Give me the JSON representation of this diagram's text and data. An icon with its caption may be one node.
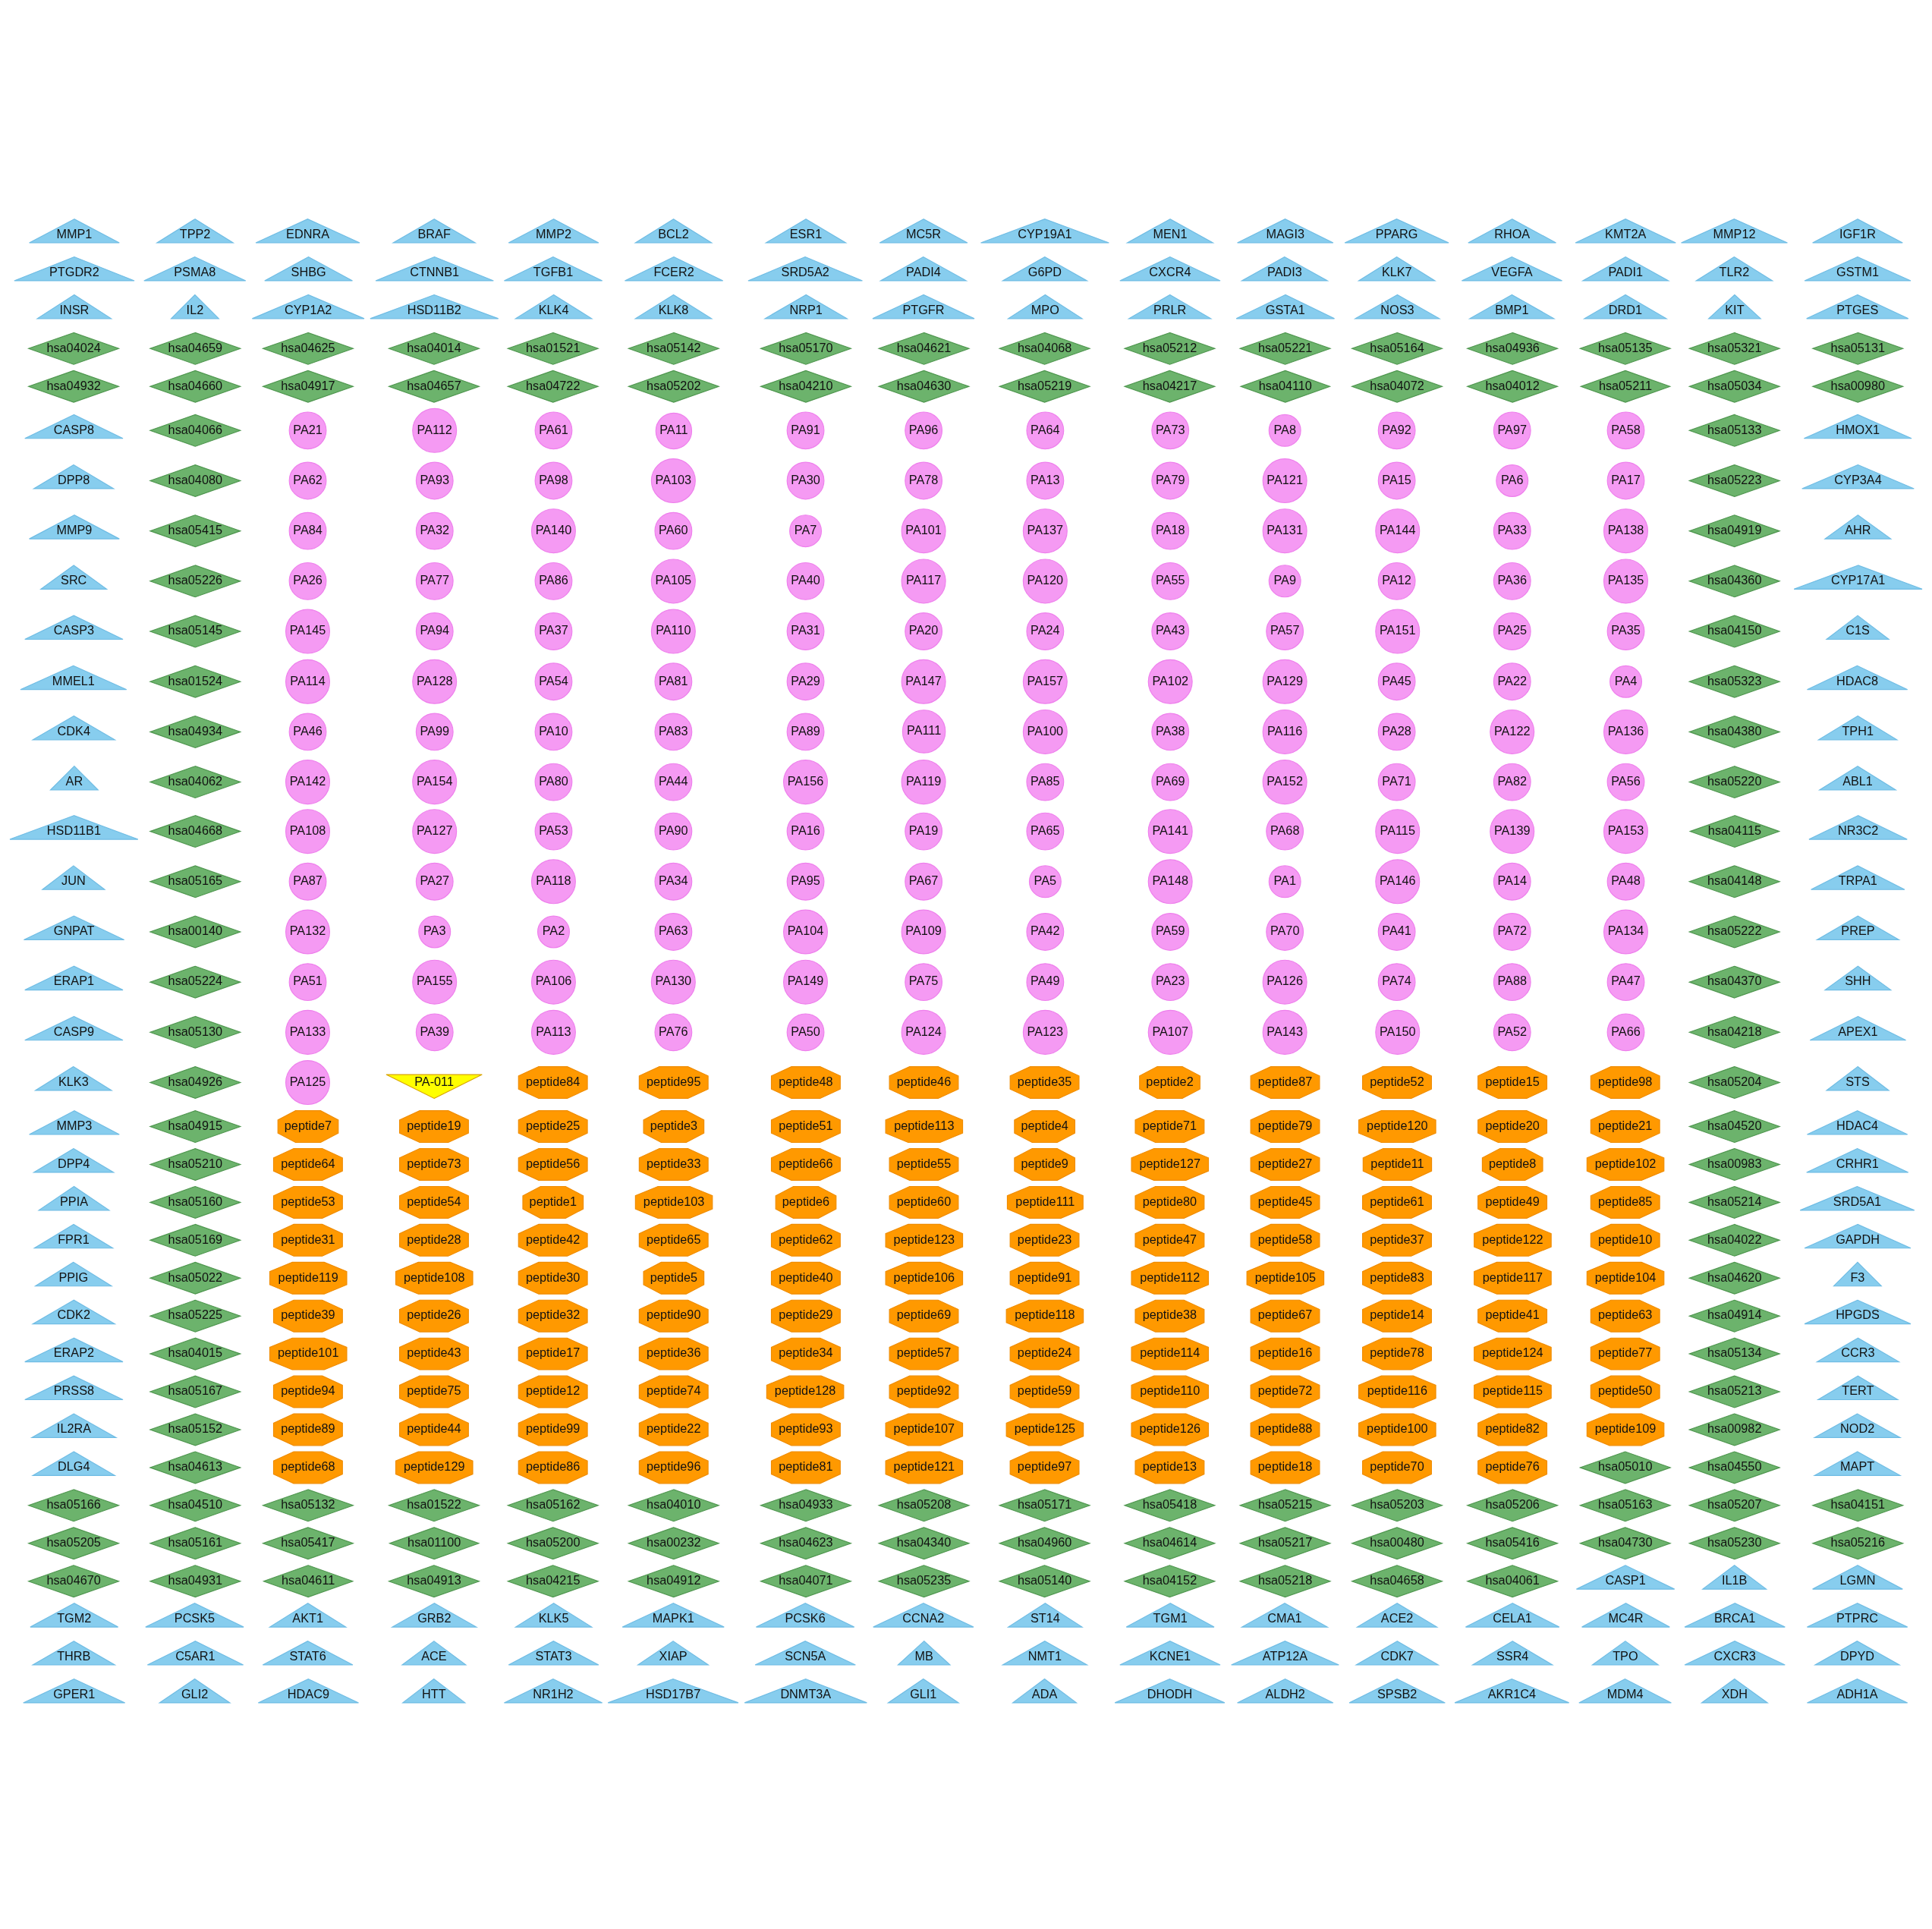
{
  "diagram": {
    "nodes": [
      {
        "text": [
          "G6PD"
        ]
      },
      {
        "text": [
          "CXCR4"
        ]
      },
      {
        "text": [
          "PADI3"
        ]
      },
      {
        "text": [
          "KLK7"
        ]
      },
      {
        "text": [
          "VEGFA"
        ]
      },
      {
        "text": [
          "PADI1"
        ]
      },
      {
        "text": [
          "TLR2"
        ]
      },
      {
        "text": [
          "GSTM1"
        ]
      },
      {
        "text": [
          "INSR"
        ]
      },
      {
        "text": [
          "IL2"
        ]
      },
      {
        "text": [
          "CYP1A2"
        ]
      },
      {
        "text": [
          "HSD11B2"
        ]
      },
      {
        "text": [
          "KLK4"
        ]
      },
      {
        "text": [
          "KLK8"
        ]
      },
      {
        "text": [
          "NRP1"
        ]
      },
      {
        "text": [
          "PTGFR"
        ]
      },
      {
        "text": [
          "MPO"
        ]
      },
      {
        "text": [
          "PRLR"
        ]
      },
      {
        "text": [
          "GSTA1"
        ]
      },
      {
        "text": [
          "NOS3"
        ]
      },
      {
        "text": [
          "BMP1"
        ]
      },
      {
        "text": [
          "DRD1"
        ]
      },
      {
        "text": [
          "KIT"
        ]
      },
      {
        "text": [
          "PTGES"
        ]
      },
      {
        "text": [
          "HMOX1"
        ]
      },
      {
        "text": [
          "CYP3A4"
        ]
      },
      {
        "text": [
          "AHR"
        ]
      },
      {
        "text": [
          "CYP17A1"
        ]
      },
      {
        "text": [
          "C1S"
        ]
      },
      {
        "text": [
          "HDAC8"
        ]
      },
      {
        "text": [
          "TPH1"
        ]
      },
      {
        "text": [
          "ABL1"
        ]
      },
      {
        "text": [
          "NR3C2"
        ]
      },
      {
        "text": [
          "TRPA1"
        ]
      },
      {
        "text": [
          "PREP"
        ]
      },
      {
        "text": [
          "SHH"
        ]
      },
      {
        "text": [
          "APEX1"
        ]
      },
      {
        "text": [
          "STS"
        ]
      },
      {
        "text": [
          "HDAC4"
        ]
      },
      {
        "text": [
          "CRHR1"
        ]
      },
      {
        "text": [
          "SRD5A1"
        ]
      },
      {
        "text": [
          "GAPDH"
        ]
      },
      {
        "text": [
          "F3"
        ]
      },
      {
        "text": [
          "HPGDS"
        ]
      },
      {
        "text": [
          "CCR3"
        ]
      },
      {
        "text": [
          "TERT"
        ]
      },
      {
        "text": [
          "NOD2"
        ]
      },
      {
        "text": [
          "MAPT"
        ]
      },
      {
        "text": [
          "ADH1A"
        ]
      },
      {
        "text": [
          "XDH"
        ]
      },
      {
        "text": [
          "MDM4"
        ]
      },
      {
        "text": [
          "AKR1C4"
        ]
      },
      {
        "text": [
          "SPSB2"
        ]
      },
      {
        "text": [
          "ALDH2"
        ]
      },
      {
        "text": [
          "DHODH"
        ]
      },
      {
        "text": [
          "ADA"
        ]
      },
      {
        "text": [
          "GLI1"
        ]
      },
      {
        "text": [
          "DNMT3A"
        ]
      },
      {
        "text": [
          "HSD17B7"
        ]
      },
      {
        "text": [
          "NR1H2"
        ]
      },
      {
        "text": [
          "HTT"
        ]
      },
      {
        "text": [
          "HDAC9"
        ]
      },
      {
        "text": [
          "GLI2"
        ]
      },
      {
        "text": [
          "GPER1"
        ]
      },
      {
        "text": [
          "DPYD"
        ]
      },
      {
        "text": [
          "CXCR3"
        ]
      },
      {
        "text": [
          "TPO"
        ]
      },
      {
        "text": [
          "SSR4"
        ]
      },
      {
        "text": [
          "CDK7"
        ]
      },
      {
        "text": [
          "ATP12A"
        ]
      },
      {
        "text": [
          "KCNE1"
        ]
      },
      {
        "text": [
          "NMT1"
        ]
      },
      {
        "text": [
          "MB"
        ]
      },
      {
        "text": [
          "SCN5A"
        ]
      },
      {
        "text": [
          "XIAP"
        ]
      },
      {
        "text": [
          "STAT3"
        ]
      },
      {
        "text": [
          "ACE"
        ]
      },
      {
        "text": [
          "STAT6"
        ]
      },
      {
        "text": [
          "C5AR1"
        ]
      },
      {
        "text": [
          "THRB"
        ]
      },
      {
        "text": [
          "PTPRC"
        ]
      },
      {
        "text": [
          "BRCA1"
        ]
      },
      {
        "text": [
          "MC4R"
        ]
      },
      {
        "text": [
          "CELA1"
        ]
      },
      {
        "text": [
          "ACE2"
        ]
      },
      {
        "text": [
          "CMA1"
        ]
      },
      {
        "text": [
          "TGM1"
        ]
      },
      {
        "text": [
          "ST14"
        ]
      },
      {
        "text": [
          "CCNA2"
        ]
      },
      {
        "text": [
          "PCSK6"
        ]
      },
      {
        "text": [
          "MAPK1"
        ]
      },
      {
        "text": [
          "KLK5"
        ]
      },
      {
        "text": [
          "GRB2"
        ]
      },
      {
        "text": [
          "AKT1"
        ]
      },
      {
        "text": [
          "PCSK5"
        ]
      },
      {
        "text": [
          "TGM2"
        ]
      },
      {
        "text": [
          "LGMN"
        ]
      },
      {
        "text": [
          "IL1B"
        ]
      },
      {
        "text": [
          "CASP1"
        ]
      },
      {
        "text": [
          "DLG4"
        ]
      },
      {
        "text": [
          "IL2RA"
        ]
      },
      {
        "text": [
          "PRSS8"
        ]
      },
      {
        "text": [
          "ERAP2"
        ]
      },
      {
        "text": [
          "CDK2"
        ]
      },
      {
        "text": [
          "PPIG"
        ]
      },
      {
        "text": [
          "FPR1"
        ]
      },
      {
        "text": [
          "PPIA"
        ]
      },
      {
        "text": [
          "DPP4"
        ]
      },
      {
        "text": [
          "MMP3"
        ]
      },
      {
        "text": [
          "KLK3"
        ]
      },
      {
        "text": [
          "CASP9"
        ]
      },
      {
        "text": [
          "ERAP1"
        ]
      },
      {
        "text": [
          "GNPAT"
        ]
      },
      {
        "text": [
          "JUN"
        ]
      },
      {
        "text": [
          "HSD11B1"
        ]
      },
      {
        "text": [
          "AR"
        ]
      },
      {
        "text": [
          "CDK4"
        ]
      },
      {
        "text": [
          "MMEL1"
        ]
      },
      {
        "text": [
          "CASP3"
        ]
      },
      {
        "text": [
          "SRC"
        ]
      },
      {
        "text": [
          "MMP9"
        ]
      },
      {
        "text": [
          "DPP8"
        ]
      },
      {
        "text": [
          "CASP8"
        ]
      },
      {
        "text": [
          "MMP1"
        ]
      },
      {
        "text": [
          "TPP2"
        ]
      },
      {
        "text": [
          "EDNRA"
        ]
      },
      {
        "text": [
          "BRAF"
        ]
      },
      {
        "text": [
          "MMP2"
        ]
      },
      {
        "text": [
          "BCL2"
        ]
      },
      {
        "text": [
          "ESR1"
        ]
      },
      {
        "text": [
          "MC5R"
        ]
      },
      {
        "text": [
          "CYP19A1"
        ]
      },
      {
        "text": [
          "MEN1"
        ]
      },
      {
        "text": [
          "MAGI3"
        ]
      },
      {
        "text": [
          "PPARG"
        ]
      },
      {
        "text": [
          "RHOA"
        ]
      },
      {
        "text": [
          "KMT2A"
        ]
      },
      {
        "text": [
          "MMP12"
        ]
      },
      {
        "text": [
          "IGF1R"
        ]
      },
      {
        "text": [
          "PTGDR2"
        ]
      },
      {
        "text": [
          "PSMA8"
        ]
      },
      {
        "text": [
          "SHBG"
        ]
      },
      {
        "text": [
          "CTNNB1"
        ]
      },
      {
        "text": [
          "TGFB1"
        ]
      },
      {
        "text": [
          "FCER2"
        ]
      },
      {
        "text": [
          "SRD5A2"
        ]
      },
      {
        "text": [
          "PADI4"
        ]
      },
      {
        "text": [
          "hsa04932"
        ]
      },
      {
        "text": [
          "hsa04660"
        ]
      },
      {
        "text": [
          "hsa04917"
        ]
      },
      {
        "text": [
          "hsa04657"
        ]
      },
      {
        "text": [
          "hsa04722"
        ]
      },
      {
        "text": [
          "hsa05202"
        ]
      },
      {
        "text": [
          "hsa04210"
        ]
      },
      {
        "text": [
          "hsa04630"
        ]
      },
      {
        "text": [
          "hsa05219"
        ]
      },
      {
        "text": [
          "hsa04217"
        ]
      },
      {
        "text": [
          "hsa04110"
        ]
      },
      {
        "text": [
          "hsa04072"
        ]
      },
      {
        "text": [
          "hsa04012"
        ]
      },
      {
        "text": [
          "hsa05211"
        ]
      },
      {
        "text": [
          "hsa05034"
        ]
      },
      {
        "text": [
          "hsa00980"
        ]
      },
      {
        "text": [
          "hsa05133"
        ]
      },
      {
        "text": [
          "hsa05223"
        ]
      },
      {
        "text": [
          "hsa04919"
        ]
      },
      {
        "text": [
          "hsa04360"
        ]
      },
      {
        "text": [
          "hsa04150"
        ]
      },
      {
        "text": [
          "hsa05323"
        ]
      },
      {
        "text": [
          "hsa04380"
        ]
      },
      {
        "text": [
          "hsa05220"
        ]
      },
      {
        "text": [
          "hsa04115"
        ]
      },
      {
        "text": [
          "hsa04148"
        ]
      },
      {
        "text": [
          "hsa05222"
        ]
      },
      {
        "text": [
          "hsa04370"
        ]
      },
      {
        "text": [
          "hsa04218"
        ]
      },
      {
        "text": [
          "hsa05204"
        ]
      },
      {
        "text": [
          "hsa04520"
        ]
      },
      {
        "text": [
          "hsa00983"
        ]
      },
      {
        "text": [
          "hsa05214"
        ]
      },
      {
        "text": [
          "hsa04022"
        ]
      },
      {
        "text": [
          "hsa04620"
        ]
      },
      {
        "text": [
          "hsa04914"
        ]
      },
      {
        "text": [
          "hsa05134"
        ]
      },
      {
        "text": [
          "hsa05213"
        ]
      },
      {
        "text": [
          "hsa00982"
        ]
      },
      {
        "text": [
          "hsa04550"
        ]
      },
      {
        "text": [
          "hsa04061"
        ]
      },
      {
        "text": [
          "hsa04658"
        ]
      },
      {
        "text": [
          "hsa05218"
        ]
      },
      {
        "text": [
          "hsa04152"
        ]
      },
      {
        "text": [
          "hsa05140"
        ]
      },
      {
        "text": [
          "hsa05235"
        ]
      },
      {
        "text": [
          "hsa04071"
        ]
      },
      {
        "text": [
          "hsa04912"
        ]
      },
      {
        "text": [
          "hsa04215"
        ]
      },
      {
        "text": [
          "hsa04913"
        ]
      },
      {
        "text": [
          "hsa04611"
        ]
      },
      {
        "text": [
          "hsa04931"
        ]
      },
      {
        "text": [
          "hsa04670"
        ]
      },
      {
        "text": [
          "hsa05216"
        ]
      },
      {
        "text": [
          "hsa05230"
        ]
      },
      {
        "text": [
          "hsa04730"
        ]
      },
      {
        "text": [
          "hsa05416"
        ]
      },
      {
        "text": [
          "hsa00480"
        ]
      },
      {
        "text": [
          "hsa05217"
        ]
      },
      {
        "text": [
          "hsa04614"
        ]
      },
      {
        "text": [
          "hsa04960"
        ]
      },
      {
        "text": [
          "hsa04340"
        ]
      },
      {
        "text": [
          "hsa04623"
        ]
      },
      {
        "text": [
          "hsa00232"
        ]
      },
      {
        "text": [
          "hsa05200"
        ]
      },
      {
        "text": [
          "hsa01100"
        ]
      },
      {
        "text": [
          "hsa05417"
        ]
      },
      {
        "text": [
          "hsa05161"
        ]
      },
      {
        "text": [
          "hsa05205"
        ]
      },
      {
        "text": [
          "hsa04151"
        ]
      },
      {
        "text": [
          "hsa05207"
        ]
      },
      {
        "text": [
          "hsa05163"
        ]
      },
      {
        "text": [
          "hsa05206"
        ]
      },
      {
        "text": [
          "hsa05203"
        ]
      },
      {
        "text": [
          "hsa05215"
        ]
      },
      {
        "text": [
          "hsa05418"
        ]
      },
      {
        "text": [
          "hsa05171"
        ]
      },
      {
        "text": [
          "hsa05208"
        ]
      },
      {
        "text": [
          "hsa04933"
        ]
      },
      {
        "text": [
          "hsa04010"
        ]
      },
      {
        "text": [
          "hsa05162"
        ]
      },
      {
        "text": [
          "hsa01522"
        ]
      },
      {
        "text": [
          "hsa05132"
        ]
      },
      {
        "text": [
          "hsa04510"
        ]
      },
      {
        "text": [
          "hsa05166"
        ]
      },
      {
        "text": [
          "hsa05010"
        ]
      },
      {
        "text": [
          "hsa04613"
        ]
      },
      {
        "text": [
          "hsa05152"
        ]
      },
      {
        "text": [
          "hsa05167"
        ]
      },
      {
        "text": [
          "hsa04015"
        ]
      },
      {
        "text": [
          "hsa05225"
        ]
      },
      {
        "text": [
          "hsa05022"
        ]
      },
      {
        "text": [
          "hsa05169"
        ]
      },
      {
        "text": [
          "hsa05160"
        ]
      },
      {
        "text": [
          "hsa05210"
        ]
      },
      {
        "text": [
          "hsa04915"
        ]
      },
      {
        "text": [
          "hsa04926"
        ]
      },
      {
        "text": [
          "hsa05130"
        ]
      },
      {
        "text": [
          "hsa05224"
        ]
      },
      {
        "text": [
          "hsa00140"
        ]
      },
      {
        "text": [
          "hsa05165"
        ]
      },
      {
        "text": [
          "hsa04668"
        ]
      },
      {
        "text": [
          "hsa04062"
        ]
      },
      {
        "text": [
          "hsa04934"
        ]
      },
      {
        "text": [
          "hsa01524"
        ]
      },
      {
        "text": [
          "hsa05145"
        ]
      },
      {
        "text": [
          "hsa05226"
        ]
      },
      {
        "text": [
          "hsa05415"
        ]
      },
      {
        "text": [
          "hsa04080"
        ]
      },
      {
        "text": [
          "hsa04066"
        ]
      },
      {
        "text": [
          "hsa04024"
        ]
      },
      {
        "text": [
          "hsa04659"
        ]
      },
      {
        "text": [
          "hsa04625"
        ]
      },
      {
        "text": [
          "hsa04014"
        ]
      },
      {
        "text": [
          "hsa01521"
        ]
      },
      {
        "text": [
          "hsa05142"
        ]
      },
      {
        "text": [
          "hsa05170"
        ]
      },
      {
        "text": [
          "hsa04621"
        ]
      },
      {
        "text": [
          "hsa04068"
        ]
      },
      {
        "text": [
          "hsa05212"
        ]
      },
      {
        "text": [
          "hsa05221"
        ]
      },
      {
        "text": [
          "hsa05164"
        ]
      },
      {
        "text": [
          "hsa04936"
        ]
      },
      {
        "text": [
          "hsa05135"
        ]
      },
      {
        "text": [
          "hsa05321"
        ]
      },
      {
        "text": [
          "hsa05131"
        ]
      },
      {
        "text": [
          "PA21"
        ]
      },
      {
        "text": [
          "PA112"
        ]
      },
      {
        "text": [
          "PA61"
        ]
      },
      {
        "text": [
          "PA11"
        ]
      },
      {
        "text": [
          "PA91"
        ]
      },
      {
        "text": [
          "PA96"
        ]
      },
      {
        "text": [
          "PA64"
        ]
      },
      {
        "text": [
          "PA73"
        ]
      },
      {
        "text": [
          "PA8"
        ]
      },
      {
        "text": [
          "PA92"
        ]
      },
      {
        "text": [
          "PA97"
        ]
      },
      {
        "text": [
          "PA58"
        ]
      },
      {
        "text": [
          "PA62"
        ]
      },
      {
        "text": [
          "PA93"
        ]
      },
      {
        "text": [
          "PA98"
        ]
      },
      {
        "text": [
          "PA103"
        ]
      },
      {
        "text": [
          "PA30"
        ]
      },
      {
        "text": [
          "PA78"
        ]
      },
      {
        "text": [
          "PA13"
        ]
      },
      {
        "text": [
          "PA79"
        ]
      },
      {
        "text": [
          "PA121"
        ]
      },
      {
        "text": [
          "PA15"
        ]
      },
      {
        "text": [
          "PA6"
        ]
      },
      {
        "text": [
          "PA17"
        ]
      },
      {
        "text": [
          "PA84"
        ]
      },
      {
        "text": [
          "PA32"
        ]
      },
      {
        "text": [
          "PA140"
        ]
      },
      {
        "text": [
          "PA60"
        ]
      },
      {
        "text": [
          "PA7"
        ]
      },
      {
        "text": [
          "PA101"
        ]
      },
      {
        "text": [
          "PA137"
        ]
      },
      {
        "text": [
          "PA18"
        ]
      },
      {
        "text": [
          "PA131"
        ]
      },
      {
        "text": [
          "PA144"
        ]
      },
      {
        "text": [
          "PA33"
        ]
      },
      {
        "text": [
          "PA138"
        ]
      },
      {
        "text": [
          "PA26"
        ]
      },
      {
        "text": [
          "PA77"
        ]
      },
      {
        "text": [
          "PA86"
        ]
      },
      {
        "text": [
          "PA105"
        ]
      },
      {
        "text": [
          "PA40"
        ]
      },
      {
        "text": [
          "PA117"
        ]
      },
      {
        "text": [
          "PA120"
        ]
      },
      {
        "text": [
          "PA55"
        ]
      },
      {
        "text": [
          "PA9"
        ]
      },
      {
        "text": [
          "PA12"
        ]
      },
      {
        "text": [
          "PA36"
        ]
      },
      {
        "text": [
          "PA135"
        ]
      },
      {
        "text": [
          "PA145"
        ]
      },
      {
        "text": [
          "PA94"
        ]
      },
      {
        "text": [
          "PA37"
        ]
      },
      {
        "text": [
          "PA110"
        ]
      },
      {
        "text": [
          "PA31"
        ]
      },
      {
        "text": [
          "PA20"
        ]
      },
      {
        "text": [
          "PA24"
        ]
      },
      {
        "text": [
          "PA43"
        ]
      },
      {
        "text": [
          "PA57"
        ]
      },
      {
        "text": [
          "PA151"
        ]
      },
      {
        "text": [
          "PA25"
        ]
      },
      {
        "text": [
          "PA35"
        ]
      },
      {
        "text": [
          "PA114"
        ]
      },
      {
        "text": [
          "PA128"
        ]
      },
      {
        "text": [
          "PA54"
        ]
      },
      {
        "text": [
          "PA81"
        ]
      },
      {
        "text": [
          "PA29"
        ]
      },
      {
        "text": [
          "PA147"
        ]
      },
      {
        "text": [
          "PA157"
        ]
      },
      {
        "text": [
          "PA102"
        ]
      },
      {
        "text": [
          "PA129"
        ]
      },
      {
        "text": [
          "PA45"
        ]
      },
      {
        "text": [
          "PA22"
        ]
      },
      {
        "text": [
          "PA4"
        ]
      },
      {
        "text": [
          "PA46"
        ]
      },
      {
        "text": [
          "PA99"
        ]
      },
      {
        "text": [
          "PA10"
        ]
      },
      {
        "text": [
          "PA83"
        ]
      },
      {
        "text": [
          "PA89"
        ]
      },
      {
        "text": [
          "PA111"
        ]
      },
      {
        "text": [
          "PA100"
        ]
      },
      {
        "text": [
          "PA38"
        ]
      },
      {
        "text": [
          "PA116"
        ]
      },
      {
        "text": [
          "PA28"
        ]
      },
      {
        "text": [
          "PA122"
        ]
      },
      {
        "text": [
          "PA136"
        ]
      },
      {
        "text": [
          "PA142"
        ]
      },
      {
        "text": [
          "PA154"
        ]
      },
      {
        "text": [
          "PA80"
        ]
      },
      {
        "text": [
          "PA44"
        ]
      },
      {
        "text": [
          "PA156"
        ]
      },
      {
        "text": [
          "PA119"
        ]
      },
      {
        "text": [
          "PA85"
        ]
      },
      {
        "text": [
          "PA69"
        ]
      },
      {
        "text": [
          "PA152"
        ]
      },
      {
        "text": [
          "PA71"
        ]
      },
      {
        "text": [
          "PA82"
        ]
      },
      {
        "text": [
          "PA56"
        ]
      },
      {
        "text": [
          "PA108"
        ]
      },
      {
        "text": [
          "PA127"
        ]
      },
      {
        "text": [
          "PA53"
        ]
      },
      {
        "text": [
          "PA90"
        ]
      },
      {
        "text": [
          "PA16"
        ]
      },
      {
        "text": [
          "PA19"
        ]
      },
      {
        "text": [
          "PA65"
        ]
      },
      {
        "text": [
          "PA141"
        ]
      },
      {
        "text": [
          "PA68"
        ]
      },
      {
        "text": [
          "PA115"
        ]
      },
      {
        "text": [
          "PA139"
        ]
      },
      {
        "text": [
          "PA153"
        ]
      },
      {
        "text": [
          "PA87"
        ]
      },
      {
        "text": [
          "PA27"
        ]
      },
      {
        "text": [
          "PA118"
        ]
      },
      {
        "text": [
          "PA34"
        ]
      },
      {
        "text": [
          "PA95"
        ]
      },
      {
        "text": [
          "PA67"
        ]
      },
      {
        "text": [
          "PA5"
        ]
      },
      {
        "text": [
          "PA148"
        ]
      },
      {
        "text": [
          "PA1"
        ]
      },
      {
        "text": [
          "PA146"
        ]
      },
      {
        "text": [
          "PA14"
        ]
      },
      {
        "text": [
          "PA48"
        ]
      },
      {
        "text": [
          "PA132"
        ]
      },
      {
        "text": [
          "PA3"
        ]
      },
      {
        "text": [
          "PA2"
        ]
      },
      {
        "text": [
          "PA63"
        ]
      },
      {
        "text": [
          "PA104"
        ]
      },
      {
        "text": [
          "PA109"
        ]
      },
      {
        "text": [
          "PA42"
        ]
      },
      {
        "text": [
          "PA59"
        ]
      },
      {
        "text": [
          "PA70"
        ]
      },
      {
        "text": [
          "PA41"
        ]
      },
      {
        "text": [
          "PA72"
        ]
      },
      {
        "text": [
          "PA134"
        ]
      },
      {
        "text": [
          "PA51"
        ]
      },
      {
        "text": [
          "PA155"
        ]
      },
      {
        "text": [
          "PA106"
        ]
      },
      {
        "text": [
          "PA130"
        ]
      },
      {
        "text": [
          "PA149"
        ]
      },
      {
        "text": [
          "PA75"
        ]
      },
      {
        "text": [
          "PA49"
        ]
      },
      {
        "text": [
          "PA23"
        ]
      },
      {
        "text": [
          "PA126"
        ]
      },
      {
        "text": [
          "PA74"
        ]
      },
      {
        "text": [
          "PA88"
        ]
      },
      {
        "text": [
          "PA47"
        ]
      },
      {
        "text": [
          "PA133"
        ]
      },
      {
        "text": [
          "PA39"
        ]
      },
      {
        "text": [
          "PA113"
        ]
      },
      {
        "text": [
          "PA76"
        ]
      },
      {
        "text": [
          "PA50"
        ]
      },
      {
        "text": [
          "PA124"
        ]
      },
      {
        "text": [
          "PA123"
        ]
      },
      {
        "text": [
          "PA107"
        ]
      },
      {
        "text": [
          "PA143"
        ]
      },
      {
        "text": [
          "PA150"
        ]
      },
      {
        "text": [
          "PA52"
        ]
      },
      {
        "text": [
          "PA66"
        ]
      },
      {
        "text": [
          "PA125"
        ]
      },
      {
        "text": [
          "PA-011"
        ]
      },
      {
        "text": [
          "peptide84"
        ]
      },
      {
        "text": [
          "peptide95"
        ]
      },
      {
        "text": [
          "peptide48"
        ]
      },
      {
        "text": [
          "peptide46"
        ]
      },
      {
        "text": [
          "peptide35"
        ]
      },
      {
        "text": [
          "peptide2"
        ]
      },
      {
        "text": [
          "peptide87"
        ]
      },
      {
        "text": [
          "peptide52"
        ]
      },
      {
        "text": [
          "peptide15"
        ]
      },
      {
        "text": [
          "peptide98"
        ]
      },
      {
        "text": [
          "peptide7"
        ]
      },
      {
        "text": [
          "peptide19"
        ]
      },
      {
        "text": [
          "peptide25"
        ]
      },
      {
        "text": [
          "peptide3"
        ]
      },
      {
        "text": [
          "peptide51"
        ]
      },
      {
        "text": [
          "peptide113"
        ]
      },
      {
        "text": [
          "peptide4"
        ]
      },
      {
        "text": [
          "peptide71"
        ]
      },
      {
        "text": [
          "peptide79"
        ]
      },
      {
        "text": [
          "peptide120"
        ]
      },
      {
        "text": [
          "peptide20"
        ]
      },
      {
        "text": [
          "peptide21"
        ]
      },
      {
        "text": [
          "peptide64"
        ]
      },
      {
        "text": [
          "peptide73"
        ]
      },
      {
        "text": [
          "peptide56"
        ]
      },
      {
        "text": [
          "peptide33"
        ]
      },
      {
        "text": [
          "peptide66"
        ]
      },
      {
        "text": [
          "peptide55"
        ]
      },
      {
        "text": [
          "peptide9"
        ]
      },
      {
        "text": [
          "peptide127"
        ]
      },
      {
        "text": [
          "peptide27"
        ]
      },
      {
        "text": [
          "peptide11"
        ]
      },
      {
        "text": [
          "peptide8"
        ]
      },
      {
        "text": [
          "peptide102"
        ]
      },
      {
        "text": [
          "peptide53"
        ]
      },
      {
        "text": [
          "peptide54"
        ]
      },
      {
        "text": [
          "peptide1"
        ]
      },
      {
        "text": [
          "peptide103"
        ]
      },
      {
        "text": [
          "peptide6"
        ]
      },
      {
        "text": [
          "peptide60"
        ]
      },
      {
        "text": [
          "peptide111"
        ]
      },
      {
        "text": [
          "peptide80"
        ]
      },
      {
        "text": [
          "peptide45"
        ]
      },
      {
        "text": [
          "peptide61"
        ]
      },
      {
        "text": [
          "peptide49"
        ]
      },
      {
        "text": [
          "peptide85"
        ]
      },
      {
        "text": [
          "peptide31"
        ]
      },
      {
        "text": [
          "peptide28"
        ]
      },
      {
        "text": [
          "peptide42"
        ]
      },
      {
        "text": [
          "peptide65"
        ]
      },
      {
        "text": [
          "peptide62"
        ]
      },
      {
        "text": [
          "peptide123"
        ]
      },
      {
        "text": [
          "peptide23"
        ]
      },
      {
        "text": [
          "peptide47"
        ]
      },
      {
        "text": [
          "peptide58"
        ]
      },
      {
        "text": [
          "peptide37"
        ]
      },
      {
        "text": [
          "peptide122"
        ]
      },
      {
        "text": [
          "peptide10"
        ]
      },
      {
        "text": [
          "peptide119"
        ]
      },
      {
        "text": [
          "peptide108"
        ]
      },
      {
        "text": [
          "peptide30"
        ]
      },
      {
        "text": [
          "peptide5"
        ]
      },
      {
        "text": [
          "peptide40"
        ]
      },
      {
        "text": [
          "peptide106"
        ]
      },
      {
        "text": [
          "peptide91"
        ]
      },
      {
        "text": [
          "peptide112"
        ]
      },
      {
        "text": [
          "peptide105"
        ]
      },
      {
        "text": [
          "peptide83"
        ]
      },
      {
        "text": [
          "peptide117"
        ]
      },
      {
        "text": [
          "peptide104"
        ]
      },
      {
        "text": [
          "peptide39"
        ]
      },
      {
        "text": [
          "peptide26"
        ]
      },
      {
        "text": [
          "peptide32"
        ]
      },
      {
        "text": [
          "peptide90"
        ]
      },
      {
        "text": [
          "peptide29"
        ]
      },
      {
        "text": [
          "peptide69"
        ]
      },
      {
        "text": [
          "peptide118"
        ]
      },
      {
        "text": [
          "peptide38"
        ]
      },
      {
        "text": [
          "peptide67"
        ]
      },
      {
        "text": [
          "peptide14"
        ]
      },
      {
        "text": [
          "peptide41"
        ]
      },
      {
        "text": [
          "peptide63"
        ]
      },
      {
        "text": [
          "peptide101"
        ]
      },
      {
        "text": [
          "peptide43"
        ]
      },
      {
        "text": [
          "peptide17"
        ]
      },
      {
        "text": [
          "peptide36"
        ]
      },
      {
        "text": [
          "peptide34"
        ]
      },
      {
        "text": [
          "peptide57"
        ]
      },
      {
        "text": [
          "peptide24"
        ]
      },
      {
        "text": [
          "peptide114"
        ]
      },
      {
        "text": [
          "peptide16"
        ]
      },
      {
        "text": [
          "peptide78"
        ]
      },
      {
        "text": [
          "peptide124"
        ]
      },
      {
        "text": [
          "peptide77"
        ]
      },
      {
        "text": [
          "peptide94"
        ]
      },
      {
        "text": [
          "peptide75"
        ]
      },
      {
        "text": [
          "peptide12"
        ]
      },
      {
        "text": [
          "peptide74"
        ]
      },
      {
        "text": [
          "peptide128"
        ]
      },
      {
        "text": [
          "peptide92"
        ]
      },
      {
        "text": [
          "peptide59"
        ]
      },
      {
        "text": [
          "peptide110"
        ]
      },
      {
        "text": [
          "peptide72"
        ]
      },
      {
        "text": [
          "peptide116"
        ]
      },
      {
        "text": [
          "peptide115"
        ]
      },
      {
        "text": [
          "peptide50"
        ]
      },
      {
        "text": [
          "peptide89"
        ]
      },
      {
        "text": [
          "peptide44"
        ]
      },
      {
        "text": [
          "peptide99"
        ]
      },
      {
        "text": [
          "peptide22"
        ]
      },
      {
        "text": [
          "peptide93"
        ]
      },
      {
        "text": [
          "peptide107"
        ]
      },
      {
        "text": [
          "peptide125"
        ]
      },
      {
        "text": [
          "peptide126"
        ]
      },
      {
        "text": [
          "peptide88"
        ]
      },
      {
        "text": [
          "peptide100"
        ]
      },
      {
        "text": [
          "peptide82"
        ]
      },
      {
        "text": [
          "peptide109"
        ]
      },
      {
        "text": [
          "peptide68"
        ]
      },
      {
        "text": [
          "peptide129"
        ]
      },
      {
        "text": [
          "peptide86"
        ]
      },
      {
        "text": [
          "peptide96"
        ]
      },
      {
        "text": [
          "peptide81"
        ]
      },
      {
        "text": [
          "peptide121"
        ]
      },
      {
        "text": [
          "peptide97"
        ]
      },
      {
        "text": [
          "peptide13"
        ]
      },
      {
        "text": [
          "peptide18"
        ]
      },
      {
        "text": [
          "peptide70"
        ]
      },
      {
        "text": [
          "peptide76"
        ]
      }
    ]
  }
}
